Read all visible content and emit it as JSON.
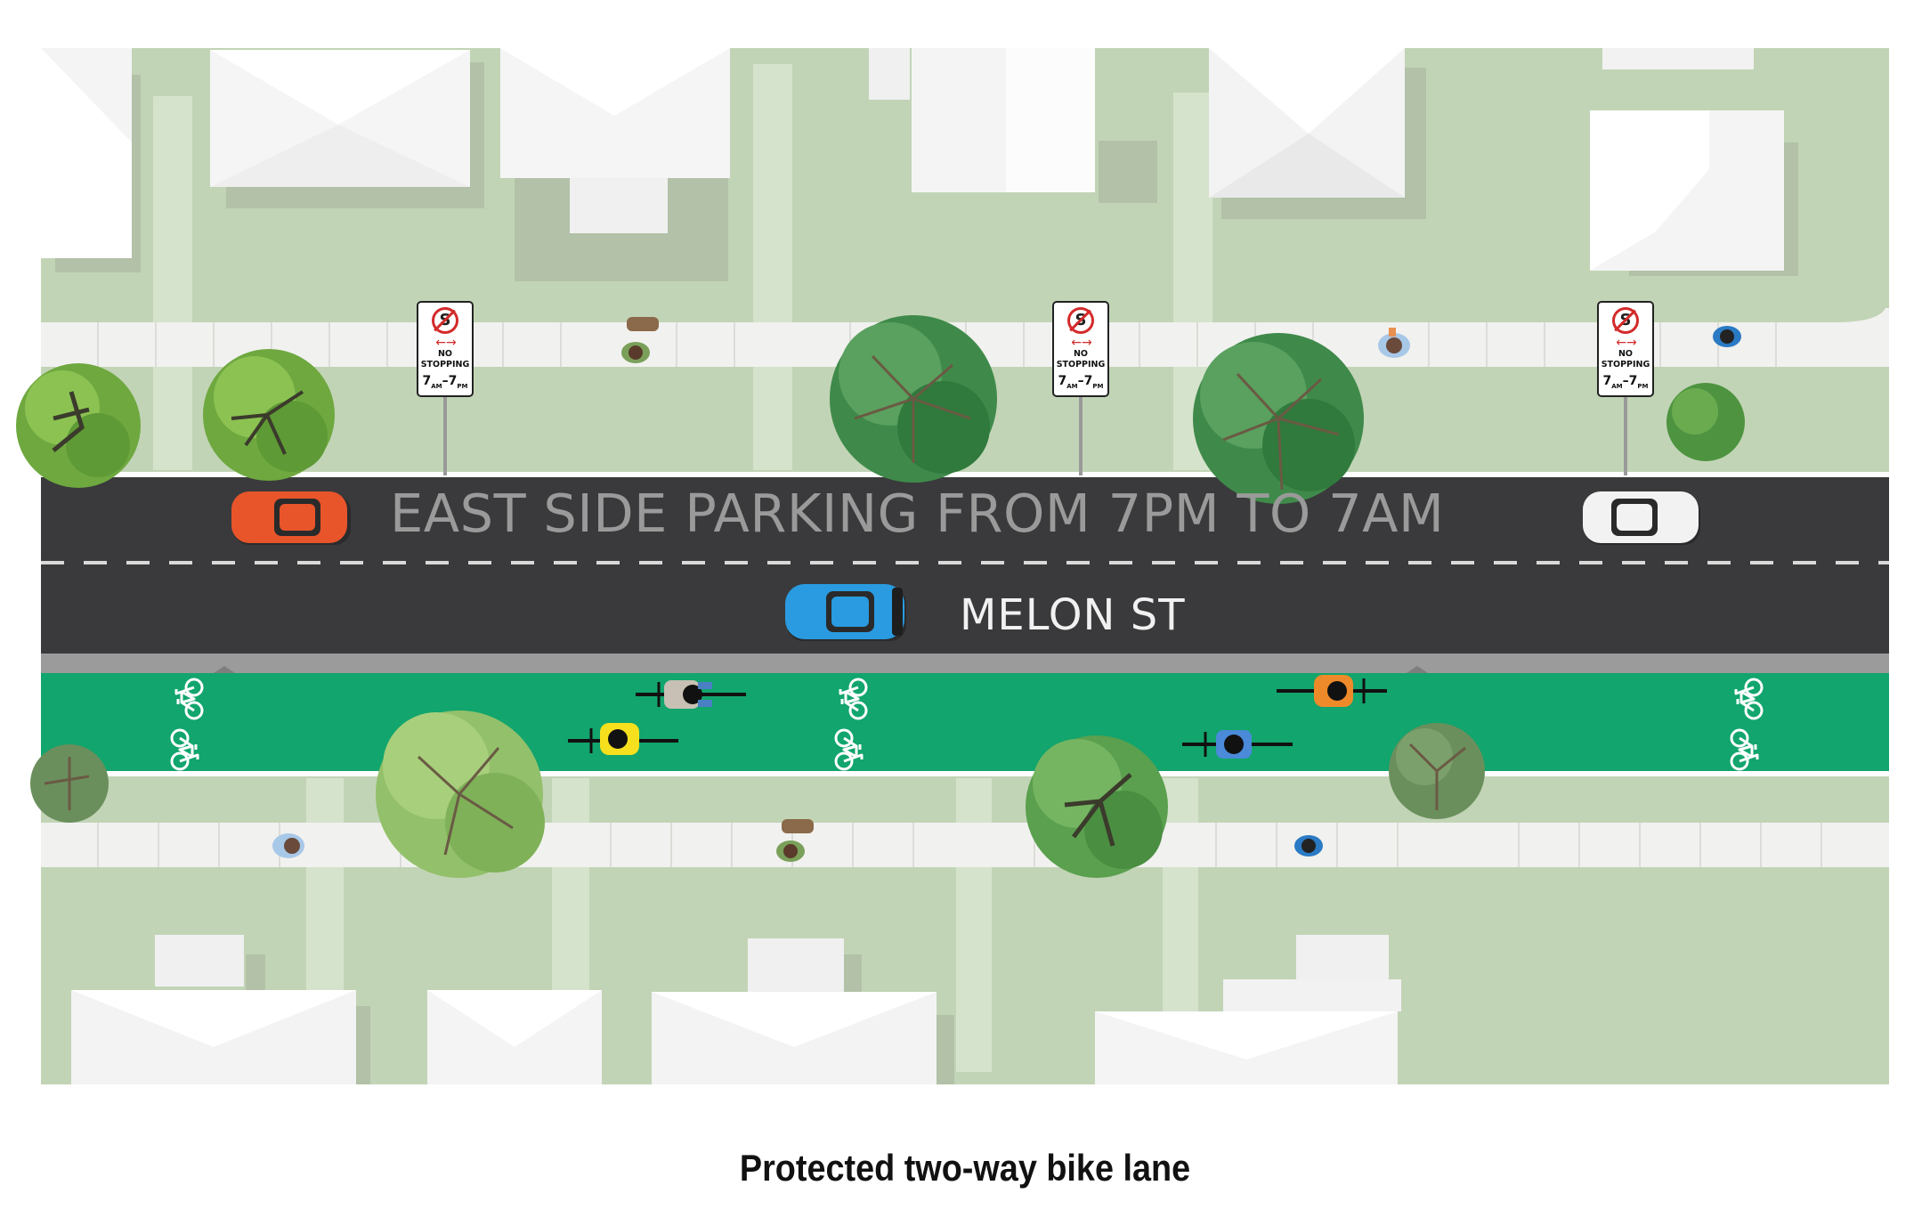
{
  "road_message": "EAST SIDE PARKING FROM 7PM TO 7AM",
  "street_name": "MELON ST",
  "caption": "Protected two-way bike lane",
  "signs": [
    {
      "line1": "NO",
      "line2": "STOPPING",
      "time_from": "7",
      "from_suffix": "AM",
      "time_to": "7",
      "to_suffix": "PM"
    },
    {
      "line1": "NO",
      "line2": "STOPPING",
      "time_from": "7",
      "from_suffix": "AM",
      "time_to": "7",
      "to_suffix": "PM"
    },
    {
      "line1": "NO",
      "line2": "STOPPING",
      "time_from": "7",
      "from_suffix": "AM",
      "time_to": "7",
      "to_suffix": "PM"
    }
  ],
  "colors": {
    "grass": "#c2d4b6",
    "road": "#3a3a3c",
    "bike_lane": "#12a56d",
    "sidewalk": "#f1f1ef",
    "roof": "#ffffff",
    "car_orange": "#e8552a",
    "car_blue": "#2a9be0",
    "car_white": "#f2f2f2"
  },
  "icons": [
    "no-stopping-sign-icon",
    "bicycle-marking-icon",
    "car-icon",
    "cyclist-icon",
    "pedestrian-icon",
    "tree-icon",
    "house-icon"
  ]
}
